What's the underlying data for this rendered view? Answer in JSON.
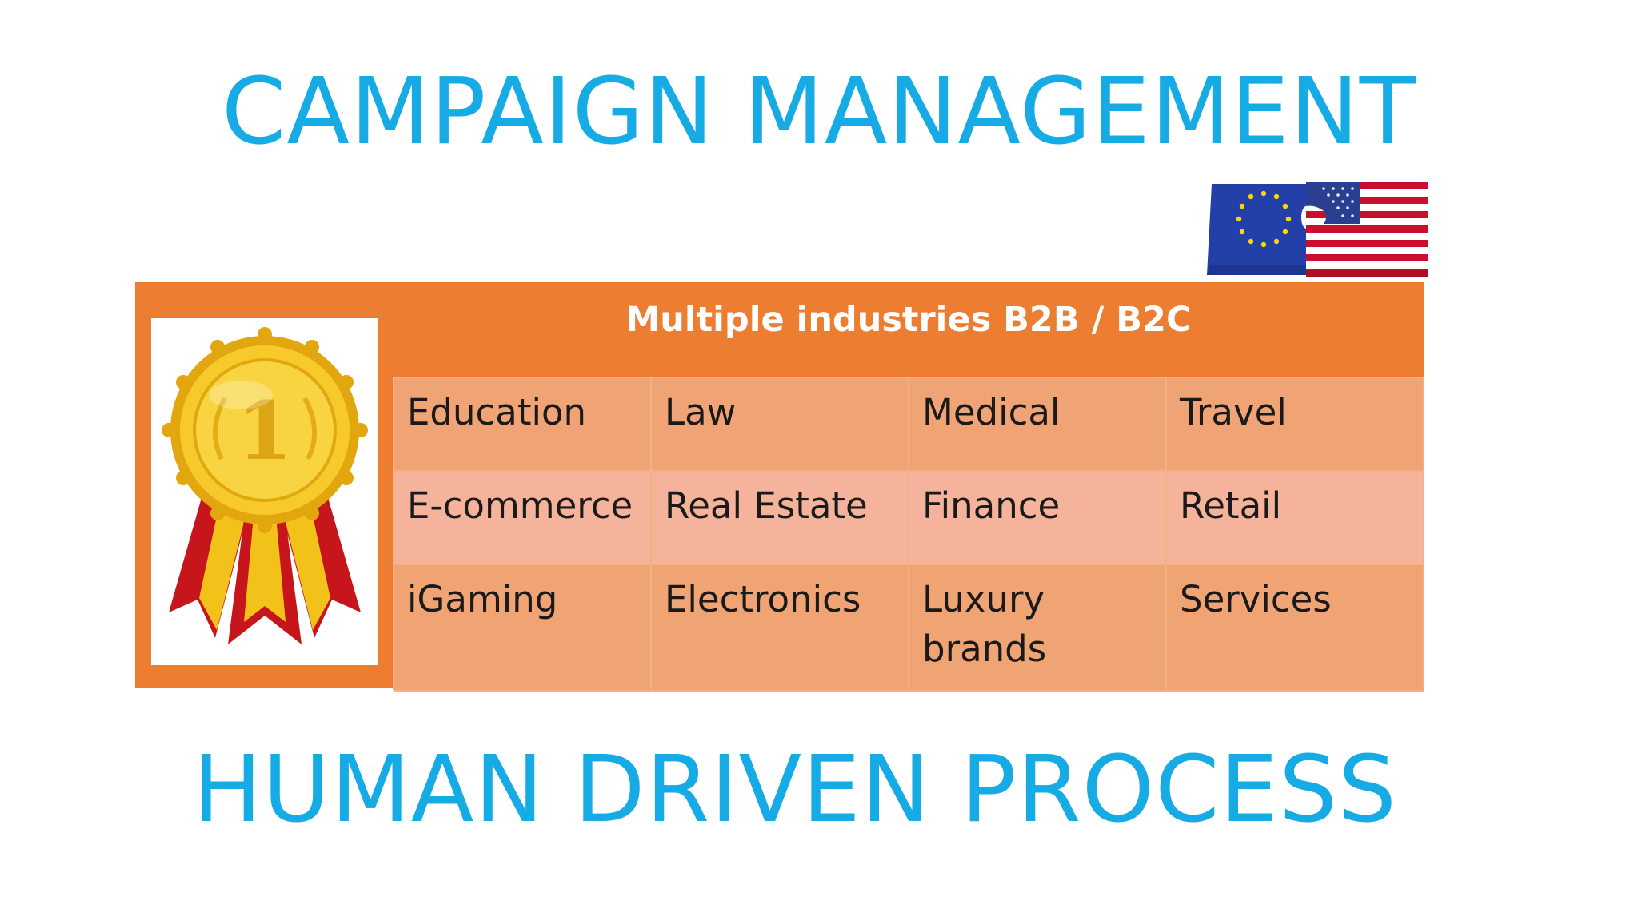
{
  "slide": {
    "title_top": "CAMPAIGN MANAGEMENT",
    "title_bottom": "HUMAN DRIVEN PROCESS",
    "accent_color": "#16abe5",
    "panel_color": "#ed7d31"
  },
  "images": {
    "flag_puzzle": "eu-us-flag-puzzle-icon",
    "medal": "gold-medal-first-place-icon",
    "medal_number": "1"
  },
  "table": {
    "header": "Multiple industries B2B / B2C",
    "rows": [
      [
        "Education",
        "Law",
        "Medical",
        "Travel"
      ],
      [
        "E-commerce",
        "Real Estate",
        "Finance",
        "Retail"
      ],
      [
        "iGaming",
        "Electronics",
        "Luxury brands",
        "Services"
      ]
    ]
  }
}
